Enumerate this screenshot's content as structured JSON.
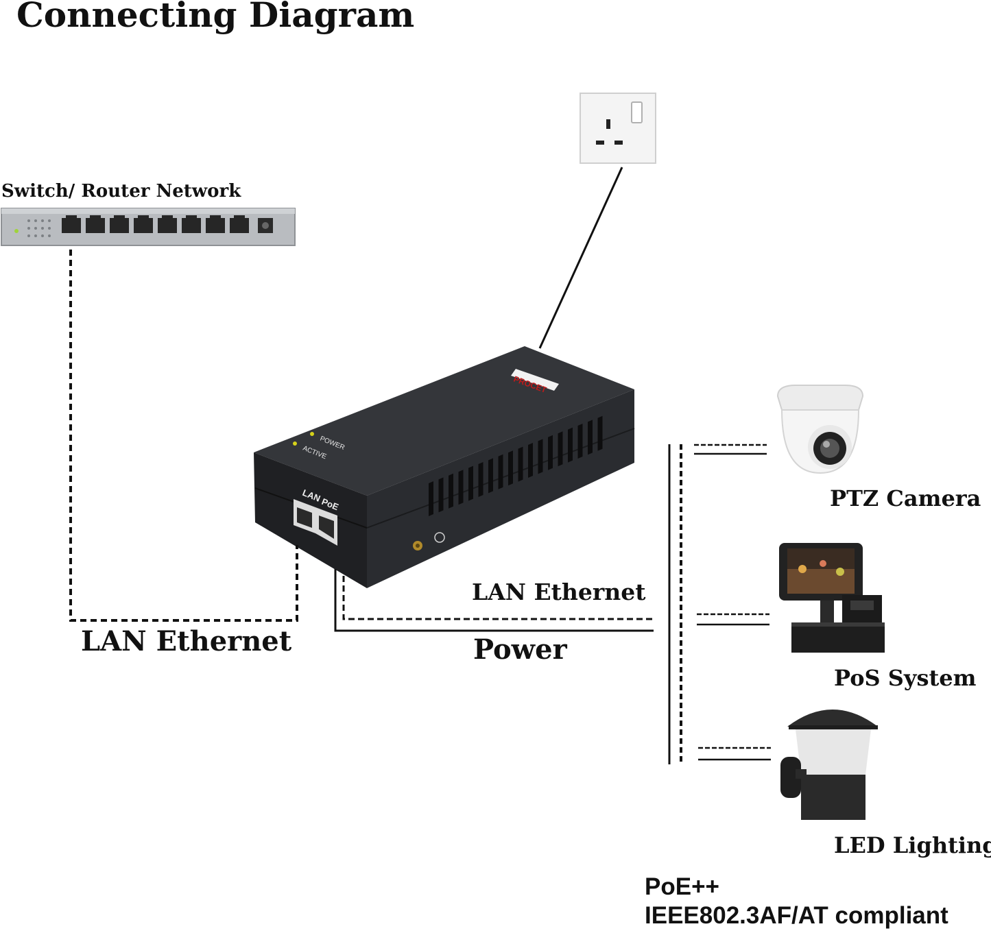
{
  "title": "Connecting Diagram",
  "switch": {
    "label": "Switch/ Router Network",
    "port_count": 8
  },
  "injector": {
    "brand": "PROCET",
    "led_power": "POWER",
    "led_active": "ACTIVE",
    "port_lan": "LAN",
    "port_poe": "PoE"
  },
  "links": {
    "lan_left": "LAN Ethernet",
    "lan_right": "LAN Ethernet",
    "power": "Power"
  },
  "devices": {
    "camera": "PTZ Camera",
    "pos": "PoS System",
    "led": "LED Lighting"
  },
  "standard": {
    "line1": "PoE++",
    "line2": "IEEE802.3AF/AT compliant"
  },
  "colors": {
    "injector_body": "#2d2f33",
    "switch_body": "#b9bcc0",
    "led": "#d6d21a"
  }
}
